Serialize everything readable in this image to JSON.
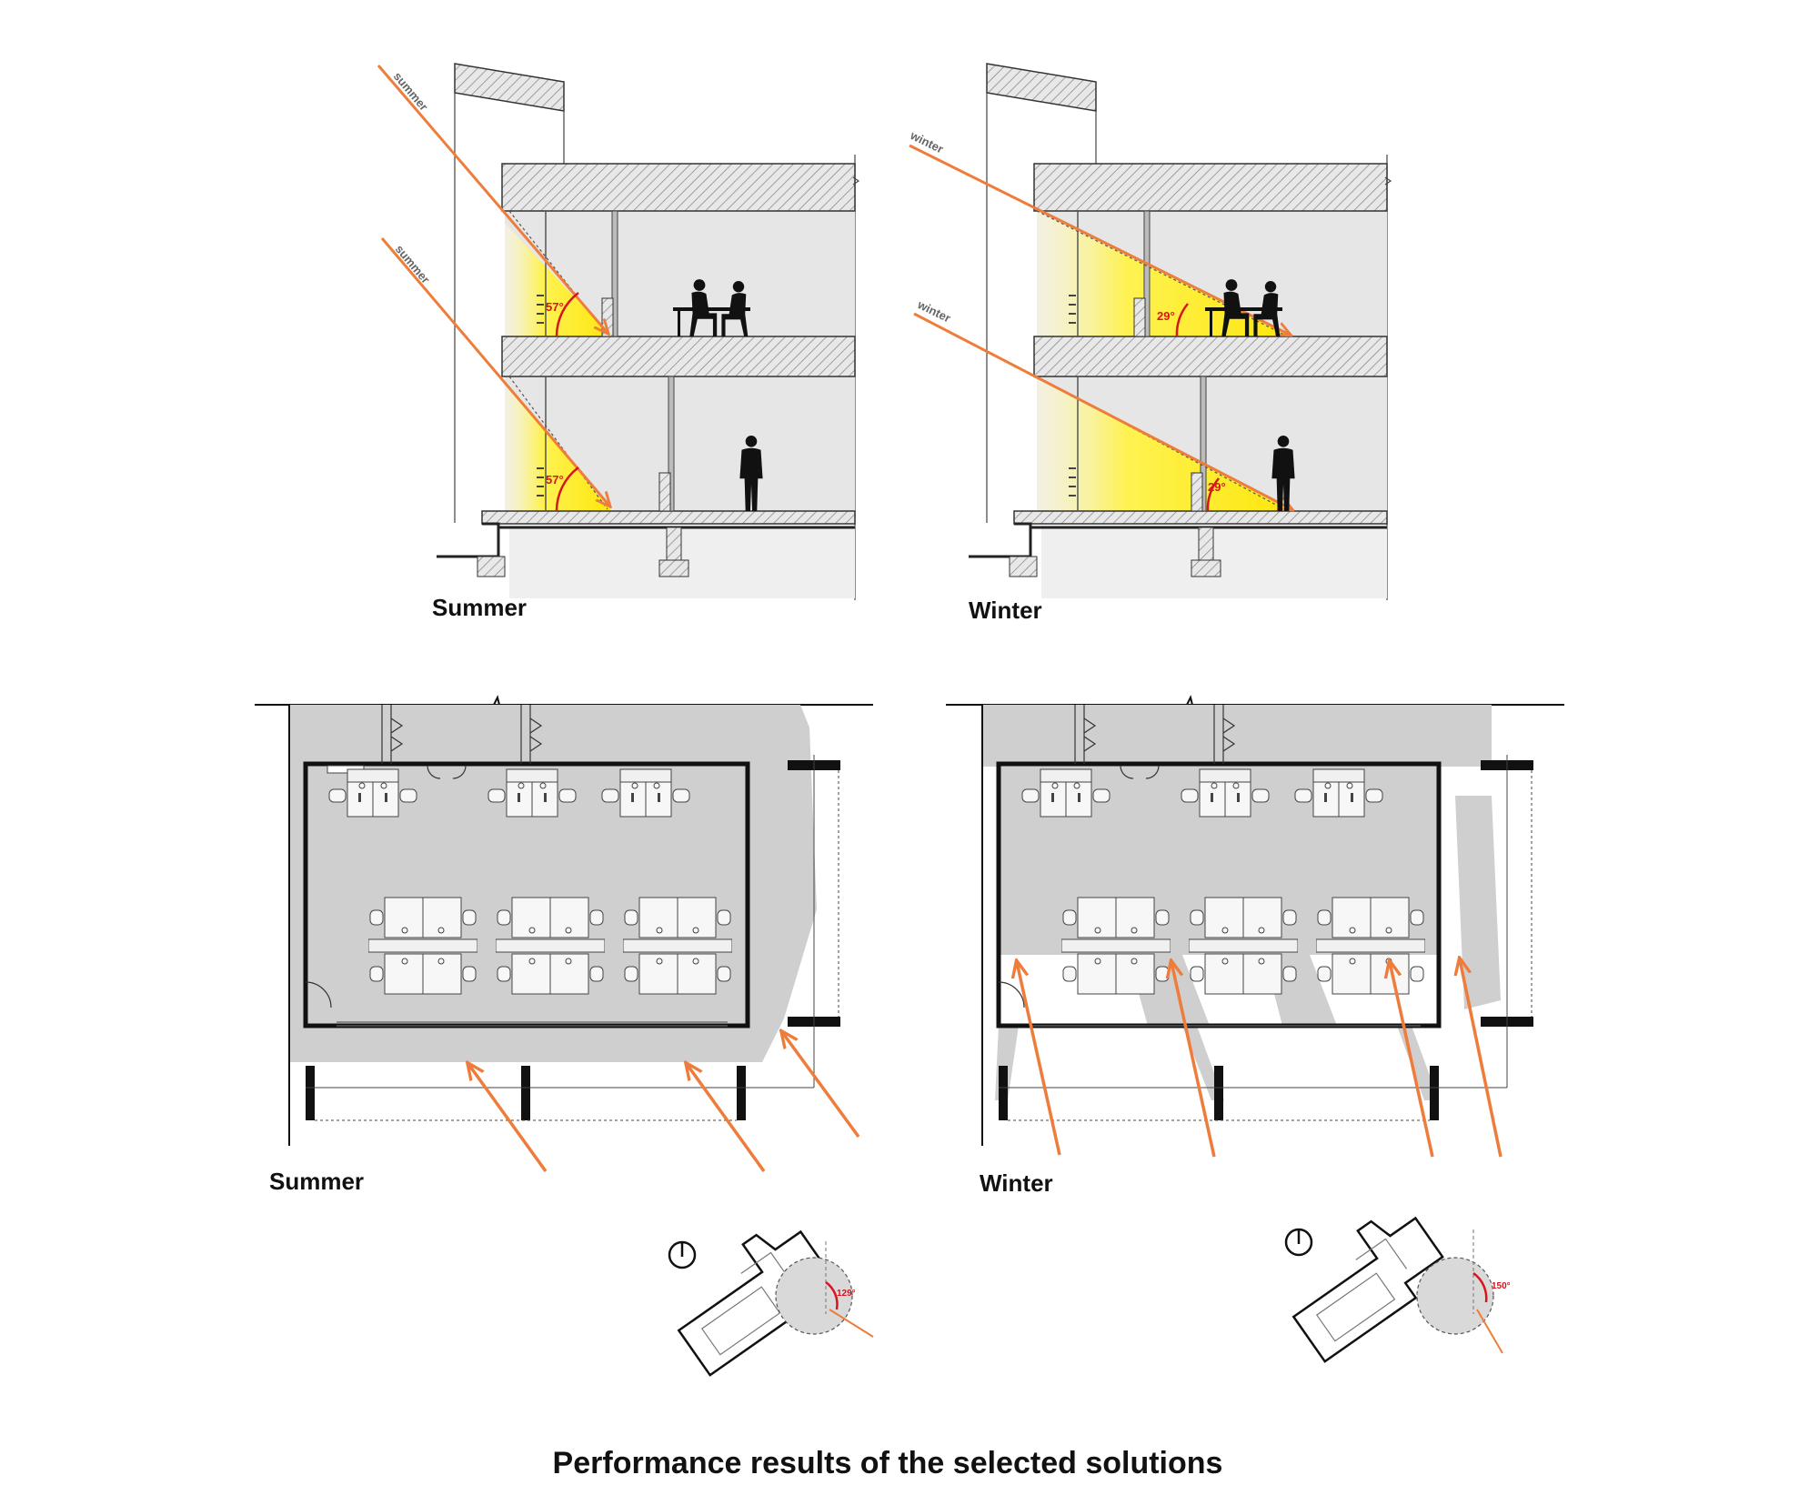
{
  "colors": {
    "sun_ray": "#ee7d3b",
    "angle_marker": "#d8141c",
    "shade": "#cfcfcf",
    "room_fill": "#e6e6e6",
    "hatch": "#999999",
    "wall": "#111111",
    "sunlit": "#fff34a"
  },
  "sections": {
    "summer": {
      "label": "Summer",
      "ray_label": "summer",
      "angle": "57°"
    },
    "winter": {
      "label": "Winter",
      "ray_label": "winter",
      "angle": "29°"
    }
  },
  "plans": {
    "summer": {
      "label": "Summer",
      "orientation_angle": "129°"
    },
    "winter": {
      "label": "Winter",
      "orientation_angle": "150°"
    }
  },
  "icons": [
    "north-arrow-icon",
    "person-silhouette-icon",
    "sun-ray-arrow-icon",
    "desk-cluster-icon"
  ],
  "caption": "Performance results of the selected solutions"
}
